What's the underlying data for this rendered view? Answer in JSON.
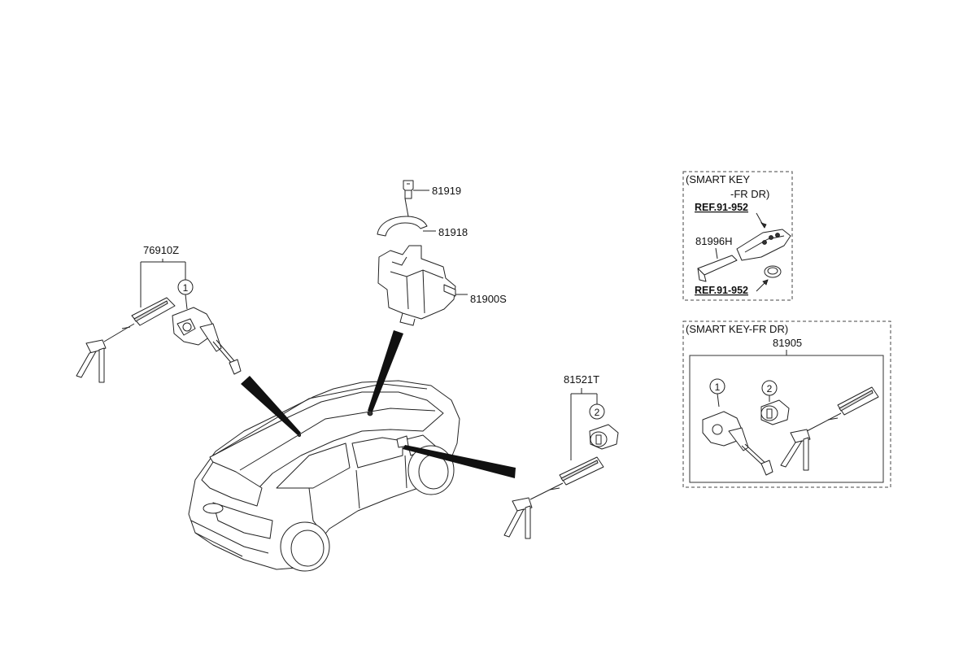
{
  "labels": {
    "ignition_switch": "81919",
    "ignition_bracket": "81918",
    "steering_lock": "81900S",
    "lock_set_left": "76910Z",
    "lock_set_right": "81521T",
    "smart_key_note_line1": "(SMART KEY",
    "smart_key_note_line2": "-FR DR)",
    "ref_top": "REF.91-952",
    "key_blank": "81996H",
    "ref_bottom": "REF.91-952",
    "smart_key_fr_dr": "(SMART KEY-FR DR)",
    "lock_set_smart": "81905"
  },
  "callouts": {
    "one": "1",
    "two": "2"
  }
}
